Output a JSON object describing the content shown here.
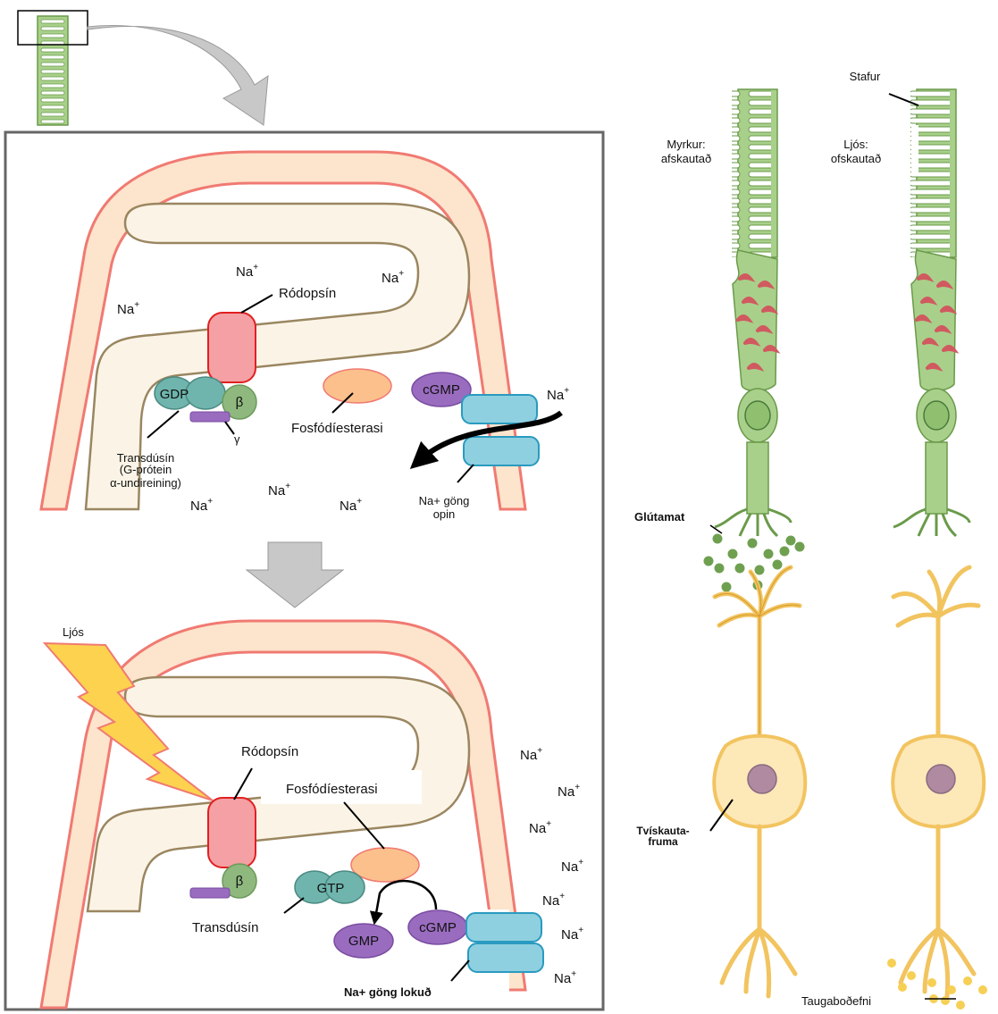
{
  "top": {
    "na_labels": [
      "Na",
      "Na",
      "Na",
      "Na",
      "Na",
      "Na",
      "Na"
    ],
    "na_sup": "+",
    "rhodopsin": "Ródopsín",
    "gdp": "GDP",
    "beta": "β",
    "gamma": "γ",
    "transducin_line1": "Transdúsín",
    "transducin_line2": "(G-prótein",
    "transducin_line3": "α-undireining)",
    "phosphodiesterase": "Fosfódíesterasi",
    "cgmp": "cGMP",
    "channel_line1": "Na+ göng",
    "channel_line2": "opin"
  },
  "bottom": {
    "light": "Ljós",
    "rhodopsin": "Ródopsín",
    "phosphodiesterase": "Fosfódíesterasi",
    "beta": "β",
    "gtp": "GTP",
    "transducin": "Transdúsín",
    "gmp": "GMP",
    "cgmp": "cGMP",
    "channel_closed": "Na+ göng lokuð",
    "na_labels": [
      "Na",
      "Na",
      "Na",
      "Na",
      "Na",
      "Na",
      "Na"
    ],
    "na_sup": "+"
  },
  "right": {
    "rod": "Stafur",
    "dark_line1": "Myrkur:",
    "dark_line2": "afskautað",
    "light_line1": "Ljós:",
    "light_line2": "ofskautað",
    "glutamate": "Glútamat",
    "bipolar_line1": "Tvískauta-",
    "bipolar_line2": "fruma",
    "neurotransmitter": "Taugaboðefni"
  },
  "colors": {
    "membrane": "#f07a72",
    "membrane_fill": "#fde4cc",
    "disc_fill": "#fbf4e6",
    "disc_stroke": "#9a8660",
    "rhodopsin": "#f4a0a4",
    "transducin": "#6fb5ad",
    "beta": "#8fb87f",
    "gamma": "#9a6cc0",
    "pde": "#fbc08c",
    "cgmp": "#9a6cc0",
    "channel": "#8fd0e0",
    "rod_fill": "#a8d08a",
    "rod_stroke": "#6a9a4a",
    "bipolar": "#f2c460",
    "bipolar_stroke": "#d69a2a",
    "glutamate_dot": "#6fa050",
    "nt_dot": "#f6cf55",
    "arrow_gray": "#c8c8c8"
  }
}
